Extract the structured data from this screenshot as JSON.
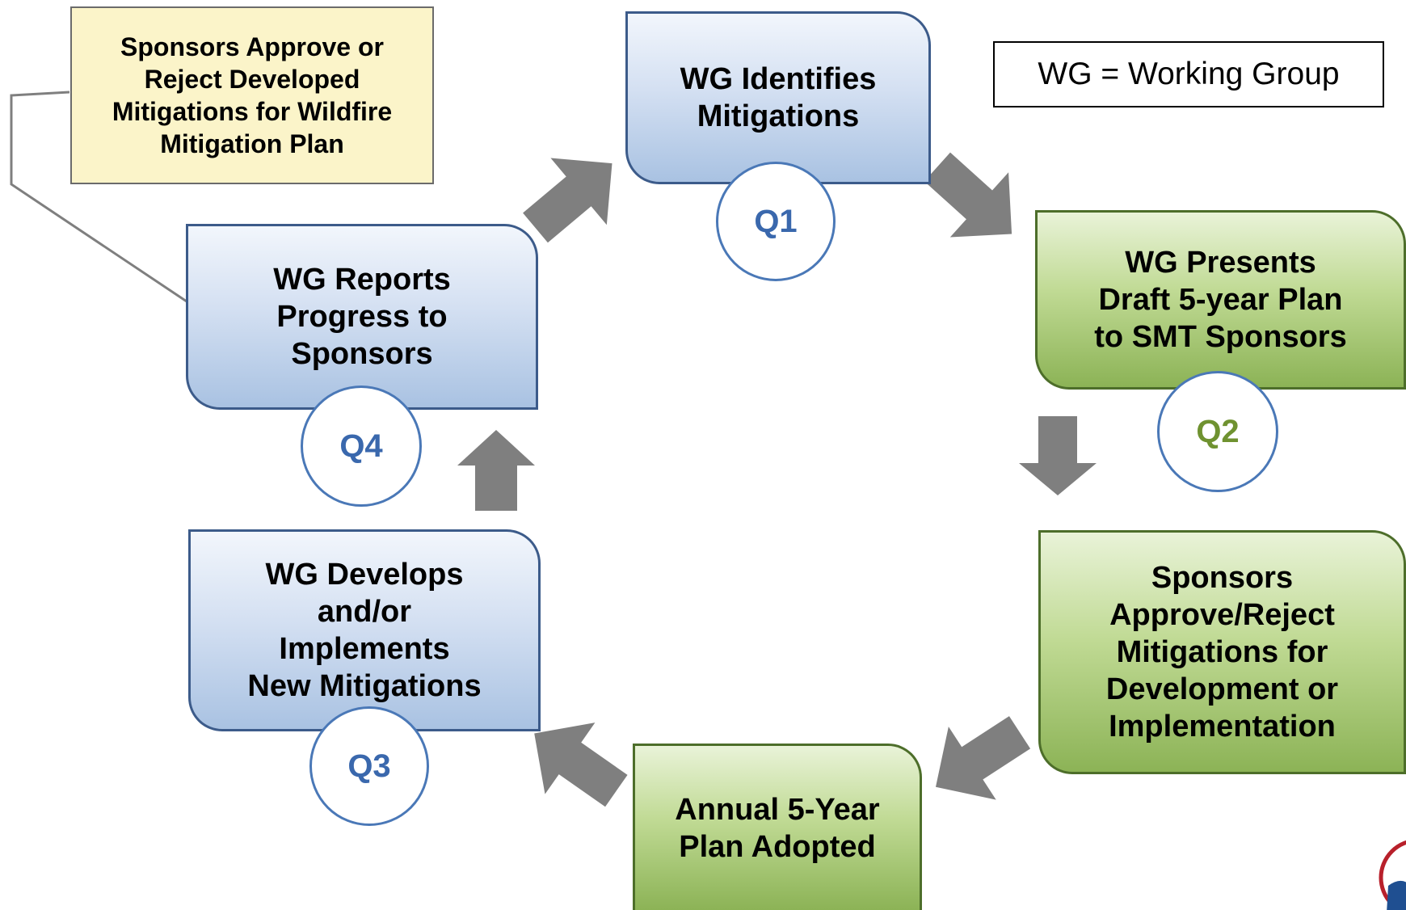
{
  "legend": {
    "text": "WG =  Working Group"
  },
  "note": {
    "text": "Sponsors Approve or\nReject Developed\nMitigations for Wildfire\nMitigation Plan"
  },
  "steps": [
    {
      "text": "WG Identifies\nMitigations",
      "quarter": "Q1"
    },
    {
      "text": "WG Presents\nDraft 5-year Plan\nto SMT Sponsors",
      "quarter": "Q2"
    },
    {
      "text": "Sponsors\nApprove/Reject\nMitigations for\nDevelopment or\nImplementation"
    },
    {
      "text": "Annual 5-Year\nPlan Adopted"
    },
    {
      "text": "WG Develops\nand/or\nImplements\nNew Mitigations",
      "quarter": "Q3"
    },
    {
      "text": "WG Reports\nProgress to\nSponsors",
      "quarter": "Q4"
    }
  ],
  "colors": {
    "blue_box_border": "#3c5b8a",
    "green_box_border": "#4d6e2a",
    "arrow": "#7f7f7f",
    "quarter_blue": "#3a68ad",
    "quarter_green": "#6f9230",
    "note_fill": "#fbf4c9"
  }
}
